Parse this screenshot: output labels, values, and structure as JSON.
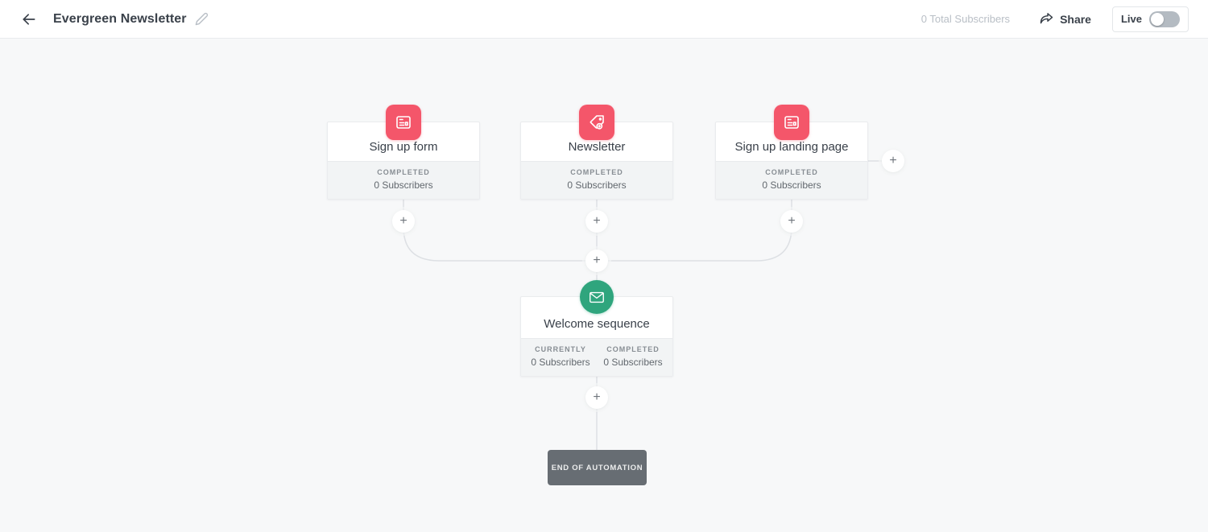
{
  "header": {
    "title": "Evergreen Newsletter",
    "total_subscribers": "0 Total Subscribers",
    "share_label": "Share",
    "live_label": "Live",
    "live_state": "off"
  },
  "canvas": {
    "plus_label": "+",
    "nodes": [
      {
        "title": "Sign up form",
        "type": "form",
        "stats": [
          {
            "label": "COMPLETED",
            "value": "0 Subscribers"
          }
        ]
      },
      {
        "title": "Newsletter",
        "type": "tag",
        "stats": [
          {
            "label": "COMPLETED",
            "value": "0 Subscribers"
          }
        ]
      },
      {
        "title": "Sign up landing page",
        "type": "landing-page",
        "stats": [
          {
            "label": "COMPLETED",
            "value": "0 Subscribers"
          }
        ]
      },
      {
        "title": "Welcome sequence",
        "type": "email-sequence",
        "stats": [
          {
            "label": "CURRENTLY",
            "value": "0 Subscribers"
          },
          {
            "label": "COMPLETED",
            "value": "0 Subscribers"
          }
        ]
      }
    ],
    "end_node": {
      "label": "END OF AUTOMATION"
    }
  },
  "colors": {
    "accent_red": "#f4566a",
    "accent_green": "#2fa57d",
    "connector_line": "#dde0e4",
    "canvas_bg": "#f7f8f9"
  }
}
